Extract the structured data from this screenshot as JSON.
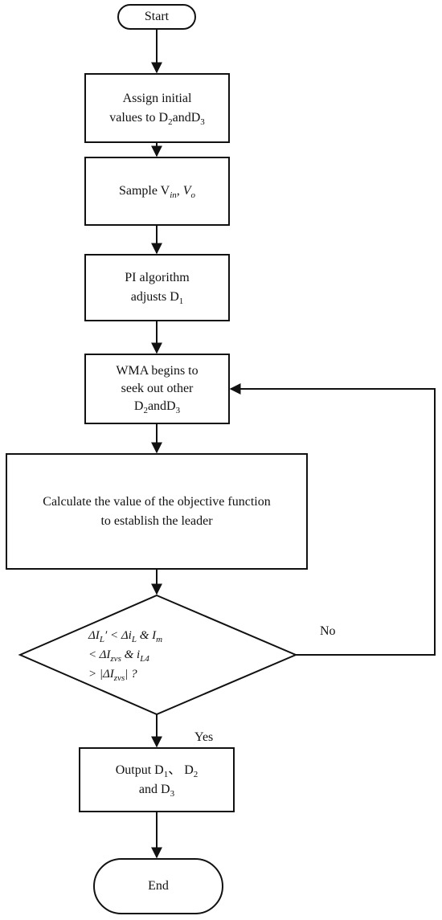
{
  "nodes": {
    "start": {
      "label": "Start"
    },
    "assign": {
      "line1": "Assign initial",
      "line2_prefix": "values to D",
      "sub1": "2",
      "mid": "andD",
      "sub2": "3"
    },
    "sample": {
      "prefix": "Sample V",
      "sub_in": "in",
      "sep": ", V",
      "sub_o": "o"
    },
    "pi": {
      "line1": "PI algorithm",
      "line2_prefix": "adjusts D",
      "sub": "1"
    },
    "wma": {
      "line1": "WMA begins to",
      "line2": "seek out other",
      "line3_prefix": "D",
      "sub1": "2",
      "mid": "andD",
      "sub2": "3"
    },
    "calc": {
      "line1": "Calculate the value of the objective function",
      "line2": "to establish the leader"
    },
    "decision": {
      "l1_a": "ΔI",
      "l1_sub_a": "L",
      "l1_prime": "′",
      "l1_b": " < Δi",
      "l1_sub_b": "L",
      "l1_c": " & I",
      "l1_sub_c": "m",
      "l2_a": "< ΔI",
      "l2_sub_a": "zvs",
      "l2_b": " & i",
      "l2_sub_b": "L4",
      "l3_a": "> |ΔI",
      "l3_sub_a": "zvs",
      "l3_b": "| ?"
    },
    "output": {
      "line1_prefix": "Output D",
      "sub1": "1",
      "sep": "、 D",
      "sub2": "2",
      "line2_prefix": "and D",
      "sub3": "3"
    },
    "end": {
      "label": "End"
    }
  },
  "edges": {
    "no_label": "No",
    "yes_label": "Yes"
  },
  "colors": {
    "stroke": "#111111",
    "background": "#ffffff"
  }
}
